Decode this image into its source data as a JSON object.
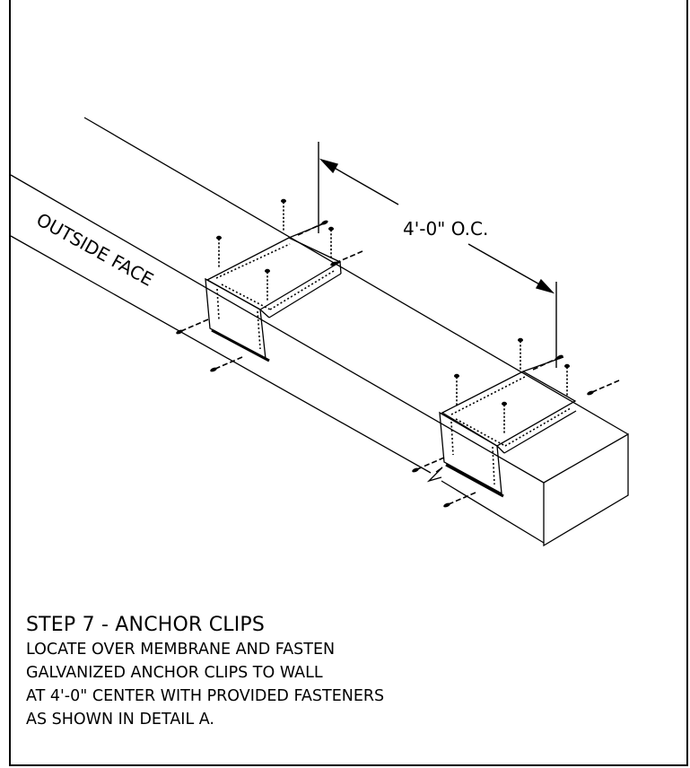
{
  "diagram": {
    "face_label": "OUTSIDE FACE",
    "spacing_label": "4'-0\" O.C."
  },
  "caption": {
    "title": "STEP 7 - ANCHOR CLIPS",
    "lines": [
      "LOCATE OVER MEMBRANE AND FASTEN",
      "GALVANIZED ANCHOR CLIPS TO WALL",
      "AT 4'-0\" CENTER WITH PROVIDED FASTENERS",
      "AS SHOWN IN DETAIL A."
    ]
  }
}
